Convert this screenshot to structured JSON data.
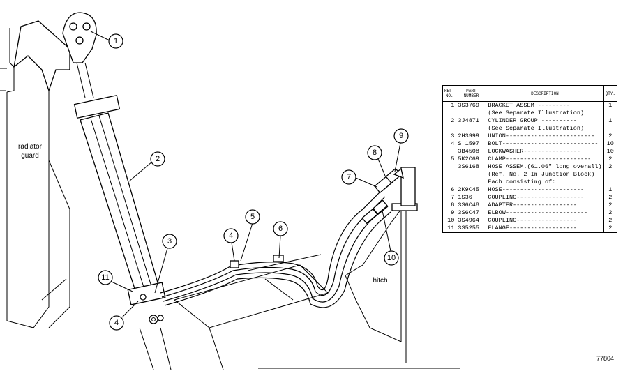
{
  "labels": {
    "radiator_guard_line1": "radiator",
    "radiator_guard_line2": "guard",
    "hitch": "hitch",
    "figure_number": "77804"
  },
  "callouts": [
    "1",
    "2",
    "3",
    "4",
    "4",
    "5",
    "6",
    "7",
    "8",
    "9",
    "10",
    "11"
  ],
  "table": {
    "headers": {
      "ref": "REF. NO.",
      "part_number": "PART NUMBER",
      "description": "DESCRIPTION",
      "qty": "QTY."
    },
    "rows": [
      {
        "ref": "1",
        "pn": "3S3769",
        "desc": "BRACKET ASSEM ---------",
        "qty": "1"
      },
      {
        "ref": "",
        "pn": "",
        "desc": "(See Separate Illustration)",
        "qty": ""
      },
      {
        "ref": "2",
        "pn": "3J4871",
        "desc": "CYLINDER GROUP ----------",
        "qty": "1"
      },
      {
        "ref": "",
        "pn": "",
        "desc": "(See Separate Illustration)",
        "qty": ""
      },
      {
        "ref": "3",
        "pn": "2H3999",
        "desc": "UNION-------------------------",
        "qty": "2"
      },
      {
        "ref": "4",
        "pn": "S 1597",
        "desc": "BOLT---------------------------",
        "qty": "10"
      },
      {
        "ref": "",
        "pn": "3B4508",
        "desc": "LOCKWASHER----------------",
        "qty": "10"
      },
      {
        "ref": "5",
        "pn": "5K2C69",
        "desc": "CLAMP------------------------",
        "qty": "2"
      },
      {
        "ref": "",
        "pn": "3S6168",
        "desc": "HOSE ASSEM.(61.06\" long overall)",
        "qty": "2"
      },
      {
        "ref": "",
        "pn": "",
        "desc": "(Ref. No. 2 In Junction Block)",
        "qty": ""
      },
      {
        "ref": "",
        "pn": "",
        "desc": "Each consisting of:",
        "qty": ""
      },
      {
        "ref": "6",
        "pn": "2K9C45",
        "desc": "HOSE-----------------------",
        "qty": "1"
      },
      {
        "ref": "7",
        "pn": "1S36",
        "desc": "COUPLING-------------------",
        "qty": "2"
      },
      {
        "ref": "8",
        "pn": "3S6C48",
        "desc": "ADAPTER------------------",
        "qty": "2"
      },
      {
        "ref": "9",
        "pn": "3S6C47",
        "desc": "ELBOW-----------------------",
        "qty": "2"
      },
      {
        "ref": "10",
        "pn": "3S4964",
        "desc": "COUPLING-----------------",
        "qty": "2"
      },
      {
        "ref": "11",
        "pn": "3S5255",
        "desc": "FLANGE-------------------",
        "qty": "2"
      }
    ]
  }
}
